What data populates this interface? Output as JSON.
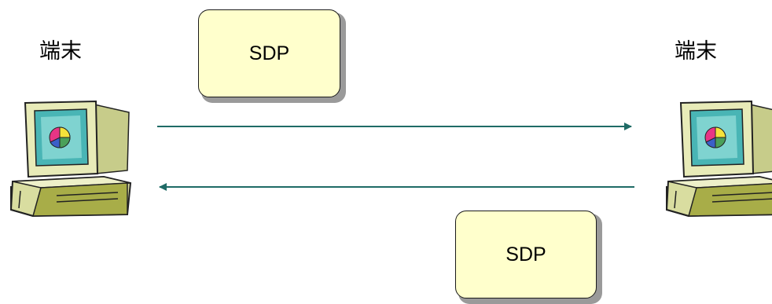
{
  "diagram": {
    "left_terminal_label": "端末",
    "right_terminal_label": "端末",
    "top_message_label": "SDP",
    "bottom_message_label": "SDP",
    "arrow_color": "#1f6b66",
    "box_fill": "#ffffcc"
  }
}
